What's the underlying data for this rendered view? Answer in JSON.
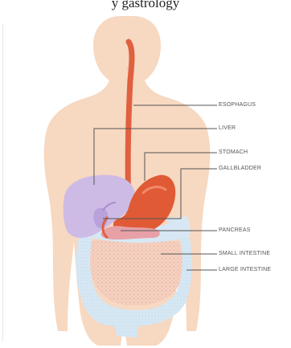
{
  "caption_fragment": "y gastrology",
  "labels": {
    "esophagus": "ESOPHAGUS",
    "liver": "LIVER",
    "stomach": "STOMACH",
    "gallbladder": "GALLBLADDER",
    "pancreas": "PANCREAS",
    "small_intestine": "SMALL INTESTINE",
    "large_intestine": "LARGE INTESTINE"
  },
  "colors": {
    "skin": "#f7d8c1",
    "esophagus": "#e0603f",
    "stomach": "#e05a35",
    "liver": "#cdbbe6",
    "gallbladder": "#b9a2d9",
    "pancreas": "#e7a0a6",
    "small_intestine": "#f5d0c0",
    "large_intestine": "#d7e8f4",
    "leader": "#555555"
  }
}
